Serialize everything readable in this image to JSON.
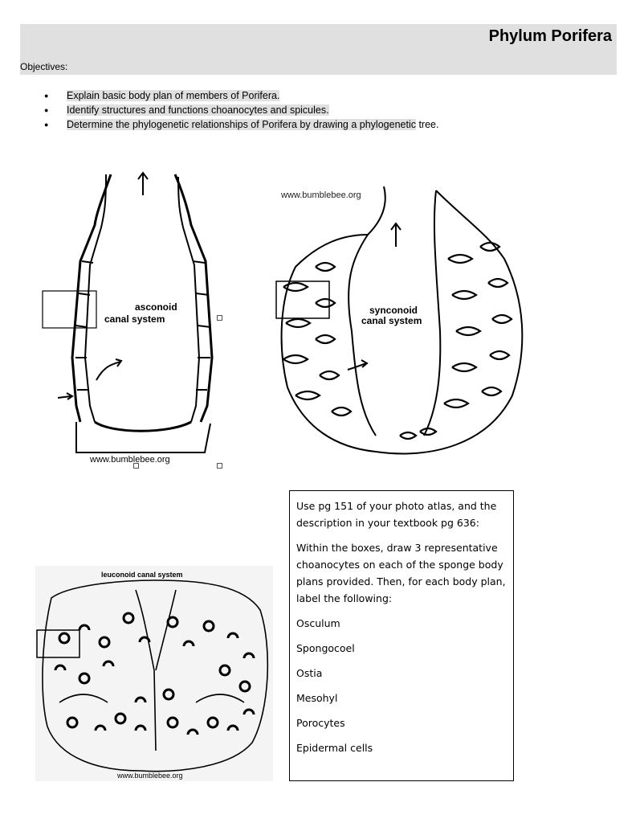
{
  "header": {
    "title": "Phylum Porifera",
    "objectives_label": "Objectives:"
  },
  "objectives": [
    {
      "highlighted": "Explain basic body plan of members of Porifera.",
      "rest": ""
    },
    {
      "highlighted": "Identify structures and functions choanocytes and spicules.",
      "rest": ""
    },
    {
      "highlighted": "Determine the phylogenetic relationships of Porifera by drawing a phylogenetic",
      "rest": " tree."
    }
  ],
  "figures": {
    "asconoid": {
      "label_line1": "asconoid",
      "label_line2": "canal system",
      "credit": "www.bumblebee.org"
    },
    "synconoid": {
      "label_line1": "synconoid",
      "label_line2": "canal system",
      "credit": "www.bumblebee.org"
    },
    "leuconoid": {
      "label": "leuconoid canal system",
      "credit": "www.bumblebee.org"
    }
  },
  "instructions": {
    "para1": "Use pg 151 of your photo atlas, and the description in your textbook pg 636:",
    "para2": "Within the boxes, draw 3 representative choanocytes on each of the sponge body plans provided. Then, for each body plan, label the following:",
    "labels": [
      "Osculum",
      "Spongocoel",
      "Ostia",
      "Mesohyl",
      "Porocytes",
      "Epidermal cells"
    ]
  }
}
